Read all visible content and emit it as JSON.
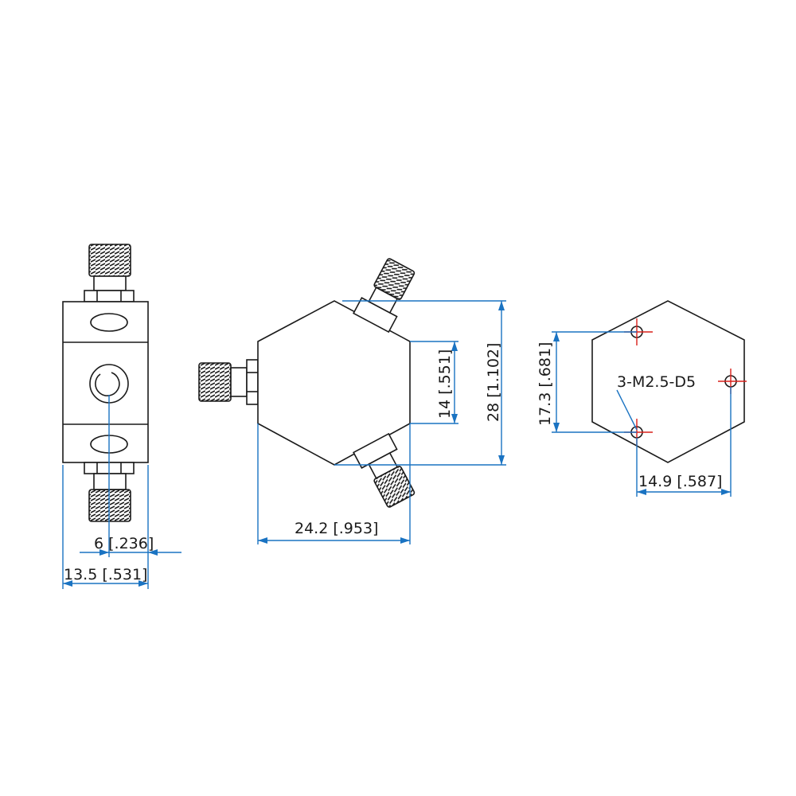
{
  "side_view": {
    "dim_small": "6 [.236]",
    "dim_width": "13.5 [.531]"
  },
  "front_view": {
    "dim_inner_height": "14 [.551]",
    "dim_outer_height": "28 [1.102]",
    "dim_width": "24.2 [.953]"
  },
  "bottom_view": {
    "dim_height": "17.3 [.681]",
    "dim_width": "14.9 [.587]",
    "hole_callout": "3-M2.5-D5"
  },
  "colors": {
    "dimension_line": "#1a73c2",
    "center_mark": "#d9201a",
    "outline": "#1a1a1a"
  }
}
